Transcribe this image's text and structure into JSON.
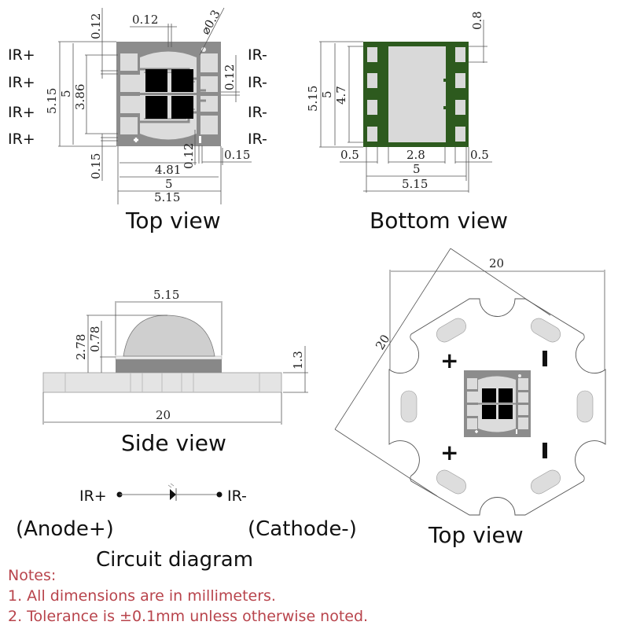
{
  "top_view_chip": {
    "left_labels": [
      "IR+",
      "IR+",
      "IR+",
      "IR+"
    ],
    "right_labels": [
      "IR-",
      "IR-",
      "IR-",
      "IR-"
    ],
    "dims": {
      "top_gap": "0.12",
      "top_trace": "0.12",
      "hole_dia": "⌀0.3",
      "right_gap": "0.12",
      "height_outer": "5.15",
      "height_inner": "5",
      "height_pad": "3.86",
      "bottom_left_gap": "0.15",
      "bottom_mid_gap": "0.12",
      "bottom_right_gap": "0.15",
      "width_pad": "4.81",
      "width_inner": "5",
      "width_outer": "5.15"
    },
    "caption": "Top view"
  },
  "bottom_view_chip": {
    "dims": {
      "pad_height": "0.8",
      "height_outer": "5.15",
      "height_inner": "5",
      "height_pad": "4.7",
      "left_pad_w": "0.5",
      "center_pad_w": "2.8",
      "right_pad_w": "0.5",
      "width_inner": "5",
      "width_outer": "5.15"
    },
    "colors": {
      "board": "#2d5a1e",
      "pad": "#d9d9d9"
    },
    "caption": "Bottom view"
  },
  "side_view": {
    "dims": {
      "lens_width": "5.15",
      "total_height": "2.78",
      "base_height": "0.78",
      "board_thickness": "1.3",
      "board_width": "20"
    },
    "caption": "Side view"
  },
  "star_board": {
    "dims": {
      "width": "20",
      "diagonal": "20"
    },
    "markings": [
      "+",
      "I",
      "+",
      "I"
    ],
    "caption": "Top view"
  },
  "circuit": {
    "anode_pin": "IR+",
    "cathode_pin": "IR-",
    "anode_label": "(Anode+)",
    "cathode_label": "(Cathode-)",
    "caption": "Circuit diagram"
  },
  "notes": {
    "title": "Notes:",
    "items": [
      "1. All dimensions are in millimeters.",
      "2. Tolerance is ±0.1mm unless otherwise noted."
    ],
    "color": "#b8444c"
  }
}
